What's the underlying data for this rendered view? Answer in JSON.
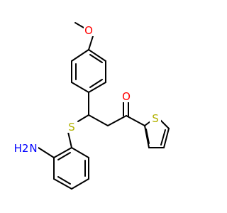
{
  "molecule": {
    "atoms": {
      "methoxy_o": {
        "label": "O",
        "color": "#ff0000"
      },
      "carbonyl_o": {
        "label": "O",
        "color": "#ff0000"
      },
      "thioether_s": {
        "label": "S",
        "color": "#b2b200"
      },
      "thiophene_s": {
        "label": "S",
        "color": "#b2b200"
      },
      "amine_n": {
        "label": "N",
        "color": "#0000ff"
      },
      "amine_h2": {
        "label": "H2",
        "color": "#0000ff"
      }
    },
    "bond_color": "#000000"
  }
}
